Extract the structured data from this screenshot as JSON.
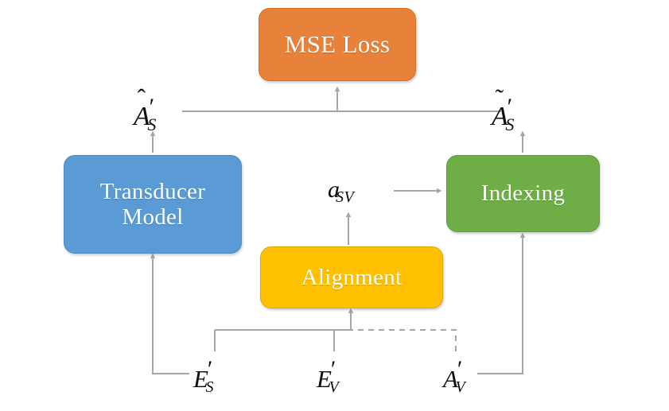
{
  "diagram": {
    "title": "MSE Loss training diagram",
    "colors": {
      "orange": "#E8813A",
      "blue": "#5B9BD5",
      "green": "#6FAE46",
      "yellow": "#FFC000",
      "wire": "#A6A6A6",
      "text_dark": "#0D0D0D",
      "node_text": "#FFFFFF"
    },
    "nodes": {
      "mse_loss": {
        "label": "MSE Loss",
        "color": "#E8813A"
      },
      "transducer_model": {
        "label_line1": "Transducer",
        "label_line2": "Model",
        "color": "#5B9BD5"
      },
      "indexing": {
        "label": "Indexing",
        "color": "#6FAE46"
      },
      "alignment": {
        "label": "Alignment",
        "color": "#FFC000"
      }
    },
    "labels": {
      "a_hat_s": {
        "base": "A",
        "accent": "ˆ",
        "prime": "′",
        "sub": "S",
        "plain": "Â′S"
      },
      "a_tilde_s": {
        "base": "A",
        "accent": "˜",
        "prime": "′",
        "sub": "S",
        "plain": "Ã′S"
      },
      "a_sv": {
        "base": "a",
        "accent": "",
        "prime": "",
        "sub": "SV",
        "plain": "aSV"
      },
      "e_prime_s": {
        "base": "E",
        "accent": "",
        "prime": "′",
        "sub": "S",
        "plain": "E′S"
      },
      "e_prime_v": {
        "base": "E",
        "accent": "",
        "prime": "′",
        "sub": "V",
        "plain": "E′V"
      },
      "a_prime_v": {
        "base": "A",
        "accent": "",
        "prime": "′",
        "sub": "V",
        "plain": "A′V"
      }
    },
    "edges": [
      {
        "name": "ahat-to-mse-bus",
        "from": "a_hat_s",
        "to": "mse_loss",
        "style": "solid",
        "arrow": true
      },
      {
        "name": "atilde-to-mse-bus",
        "from": "a_tilde_s",
        "to": "mse_loss",
        "style": "solid",
        "arrow": true
      },
      {
        "name": "transducer-to-ahat",
        "from": "transducer_model",
        "to": "a_hat_s",
        "style": "solid",
        "arrow": true
      },
      {
        "name": "indexing-to-atilde",
        "from": "indexing",
        "to": "a_tilde_s",
        "style": "solid",
        "arrow": true
      },
      {
        "name": "asv-to-indexing",
        "from": "a_sv",
        "to": "indexing",
        "style": "solid",
        "arrow": true
      },
      {
        "name": "alignment-to-asv",
        "from": "alignment",
        "to": "a_sv",
        "style": "solid",
        "arrow": true
      },
      {
        "name": "es-to-transducer",
        "from": "e_prime_s",
        "to": "transducer_model",
        "style": "solid",
        "arrow": true
      },
      {
        "name": "es-to-alignment",
        "from": "e_prime_s",
        "to": "alignment",
        "style": "solid",
        "arrow": true
      },
      {
        "name": "ev-to-alignment",
        "from": "e_prime_v",
        "to": "alignment",
        "style": "solid",
        "arrow": true
      },
      {
        "name": "av-to-alignment",
        "from": "a_prime_v",
        "to": "alignment",
        "style": "dashed",
        "arrow": false
      },
      {
        "name": "av-to-indexing",
        "from": "a_prime_v",
        "to": "indexing",
        "style": "solid",
        "arrow": true
      }
    ]
  }
}
